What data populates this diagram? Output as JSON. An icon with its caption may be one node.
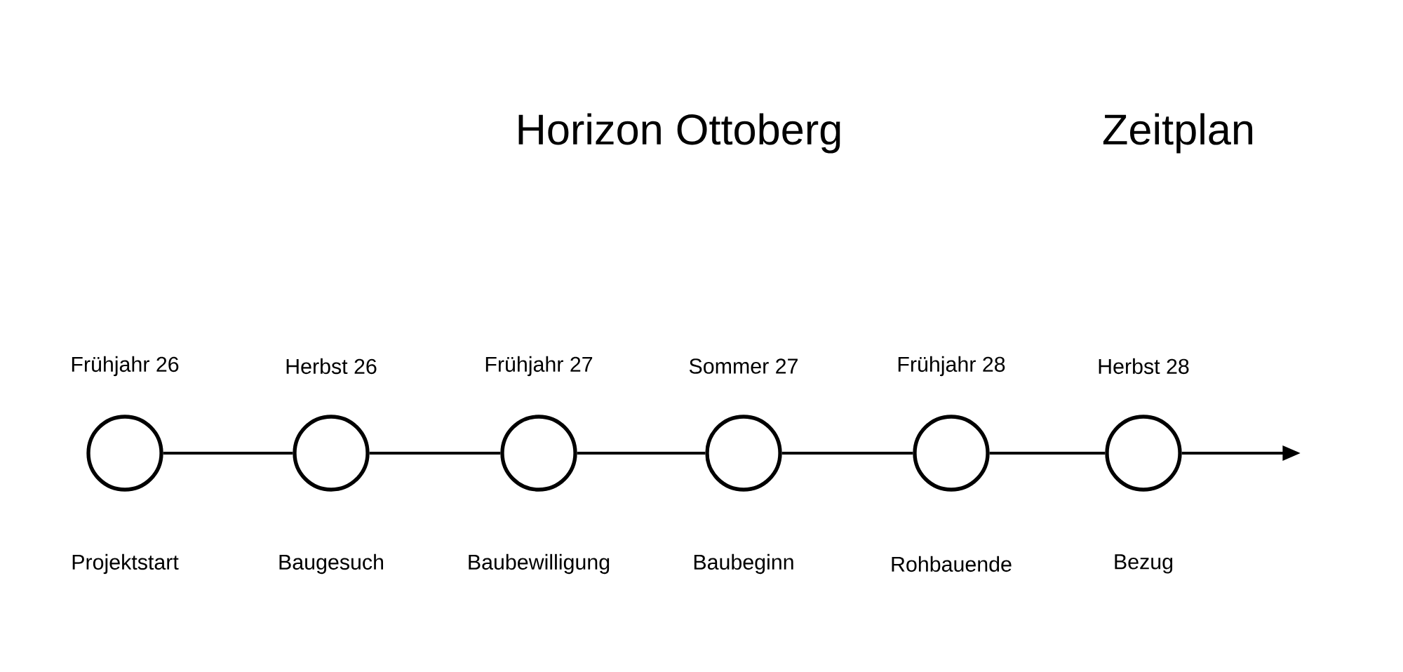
{
  "diagram": {
    "title": "Horizon Ottoberg",
    "nodes": [
      {
        "text": [],
        "shape": "circle",
        "beside": [
          "Frühjahr 26",
          "Projektstart"
        ]
      },
      {
        "text": [],
        "shape": "circle",
        "beside": [
          "Herbst 26",
          "Baugesuch"
        ]
      },
      {
        "text": [],
        "shape": "circle",
        "beside": [
          "Frühjahr 27",
          "Baubewilligung"
        ]
      },
      {
        "text": [],
        "shape": "circle",
        "beside": [
          "Sommer 27",
          "Baubeginn"
        ]
      },
      {
        "text": [],
        "shape": "circle",
        "beside": [
          "Frühjahr 28",
          "Rohbauende"
        ]
      },
      {
        "text": [],
        "shape": "circle",
        "beside": [
          "Herbst 28",
          "Bezug"
        ]
      }
    ],
    "edges": [
      {
        "from": 0,
        "to": 1,
        "arrow": "none"
      },
      {
        "from": 1,
        "to": 2,
        "arrow": "none"
      },
      {
        "from": 2,
        "to": 3,
        "arrow": "none"
      },
      {
        "from": 3,
        "to": 4,
        "arrow": "none"
      },
      {
        "from": 4,
        "to": 5,
        "arrow": "none"
      },
      {
        "from": 5,
        "to": null,
        "arrow": "to"
      }
    ],
    "labels": [
      "Zeitplan"
    ]
  }
}
